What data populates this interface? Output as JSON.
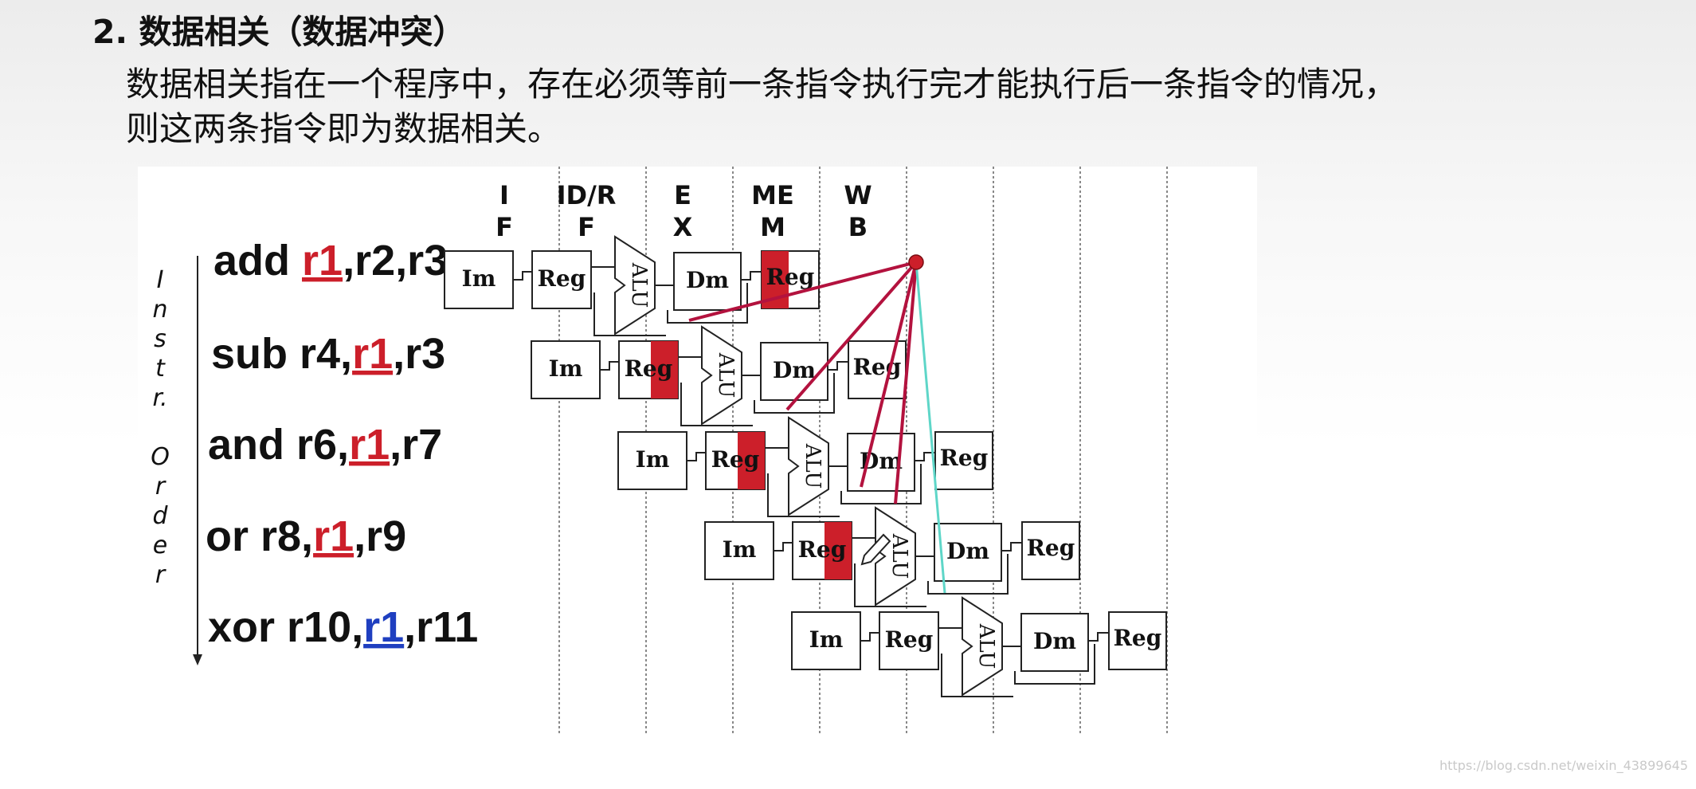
{
  "heading": {
    "number": "2.",
    "title": "数据相关（数据冲突）"
  },
  "description": {
    "line1": "数据相关指在一个程序中，存在必须等前一条指令执行完才能执行后一条指令的情况，",
    "line2": "则这两条指令即为数据相关。"
  },
  "diagram": {
    "stage_headers": [
      [
        "I",
        "F"
      ],
      [
        "ID/R",
        "F"
      ],
      [
        "E",
        "X"
      ],
      [
        "ME",
        "M"
      ],
      [
        "W",
        "B"
      ]
    ],
    "axis_label": [
      "I",
      "n",
      "s",
      "t",
      "r.",
      "",
      "O",
      "r",
      "d",
      "e",
      "r"
    ],
    "block_labels": {
      "im": "Im",
      "reg": "Reg",
      "alu": "ALU",
      "dm": "Dm"
    },
    "instructions": [
      {
        "parts": [
          {
            "text": "add ",
            "style": "plain"
          },
          {
            "text": "r1",
            "style": "red"
          },
          {
            "text": ",r2,r3",
            "style": "plain"
          }
        ]
      },
      {
        "parts": [
          {
            "text": "sub r4,",
            "style": "plain"
          },
          {
            "text": "r1",
            "style": "red"
          },
          {
            "text": ",r3",
            "style": "plain"
          }
        ]
      },
      {
        "parts": [
          {
            "text": "and r6,",
            "style": "plain"
          },
          {
            "text": "r1",
            "style": "red"
          },
          {
            "text": ",r7",
            "style": "plain"
          }
        ]
      },
      {
        "parts": [
          {
            "text": "or   r8,",
            "style": "plain"
          },
          {
            "text": "r1",
            "style": "red"
          },
          {
            "text": ",r9",
            "style": "plain"
          }
        ]
      },
      {
        "parts": [
          {
            "text": "xor r10,",
            "style": "plain"
          },
          {
            "text": "r1",
            "style": "blue"
          },
          {
            "text": ",r11",
            "style": "plain"
          }
        ]
      }
    ],
    "colors": {
      "hazard_red": "#cc1f2a",
      "dependency_line": "#b3123e",
      "forward_line": "#5ed6c8",
      "safe_blue": "#1f3fc0",
      "block_border": "#222222"
    }
  },
  "watermark": "https://blog.csdn.net/weixin_43899645"
}
